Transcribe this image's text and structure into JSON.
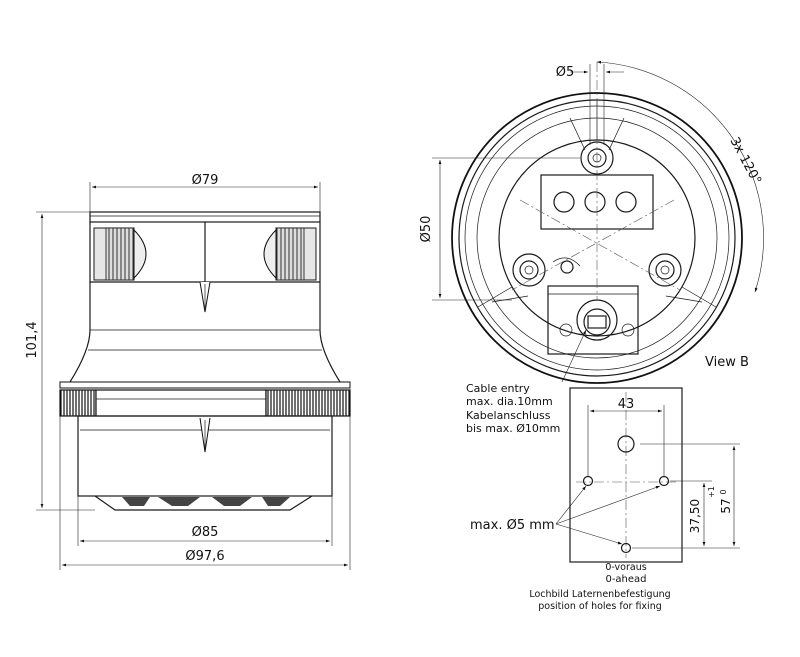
{
  "side_view": {
    "dim_top_diameter": "Ø79",
    "dim_height": "101,4",
    "dim_base_inner": "Ø85",
    "dim_base_outer": "Ø97,6"
  },
  "view_b": {
    "dim_hole": "Ø5",
    "dim_circle": "Ø50",
    "dim_angle": "3x 120°",
    "label": "View B"
  },
  "cable": {
    "line1": "Cable entry",
    "line2": "max. dia.10mm",
    "line3": "Kabelanschluss",
    "line4": "bis max. Ø10mm"
  },
  "hole_pattern": {
    "dim_width": "43",
    "dim_height_small": "37,50",
    "dim_height_large": "57",
    "tol_plus": "+1",
    "tol_zero": "0",
    "holes_label": "max. Ø5 mm",
    "dir_de": "0-voraus",
    "dir_en": "0-ahead",
    "caption_de": "Lochbild Laternenbefestigung",
    "caption_en": "position of holes for fixing"
  }
}
